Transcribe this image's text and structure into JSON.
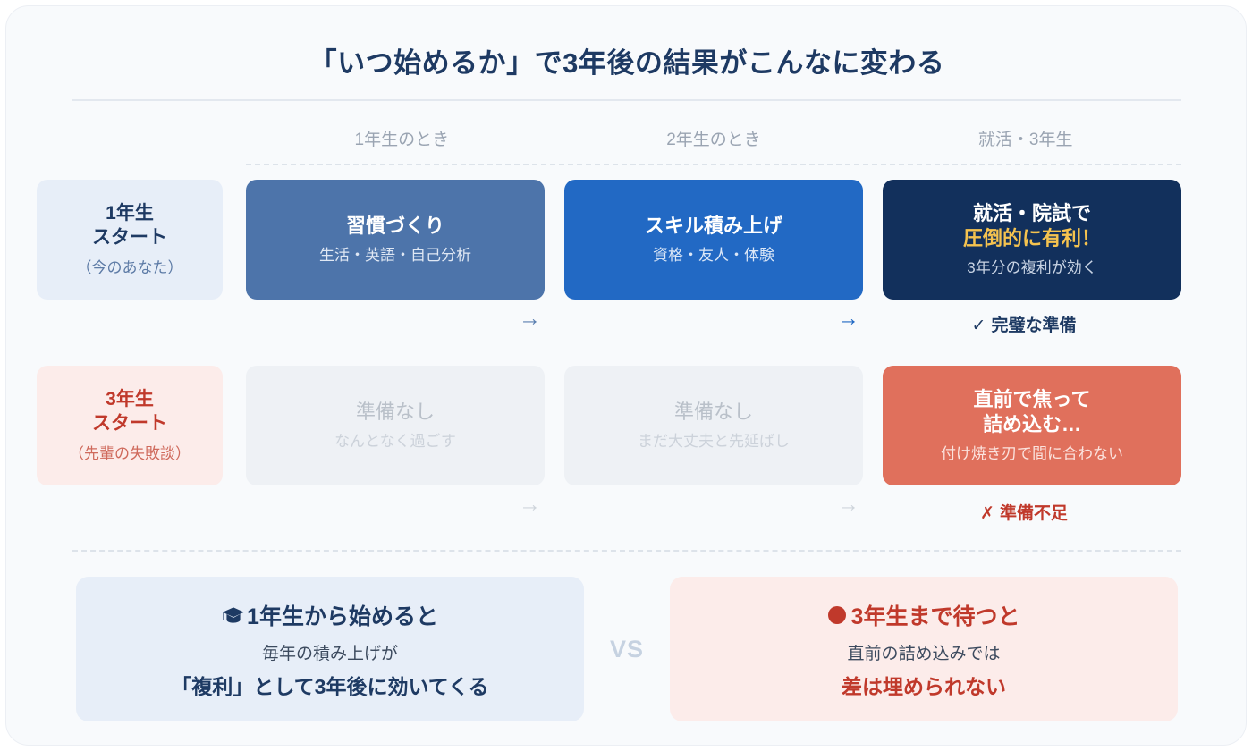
{
  "header": {
    "title": "「いつ始めるか」で3年後の結果がこんなに変わる"
  },
  "columns": [
    {
      "label": "1年生のとき"
    },
    {
      "label": "2年生のとき"
    },
    {
      "label": "就活・3年生"
    }
  ],
  "rows": [
    {
      "id": "start-year-1",
      "side_title": "1年生\nスタート",
      "side_title_line1": "1年生",
      "side_title_line2": "スタート",
      "side_sub": "（今のあなた）",
      "cards": [
        {
          "title": "習慣づくり",
          "sub": "生活・英語・自己分析"
        },
        {
          "title": "スキル積み上げ",
          "sub": "資格・友人・体験"
        },
        {
          "title_line1": "就活・院試で",
          "title_highlight": "圧倒的に有利！",
          "sub": "3年分の複利が効く"
        }
      ],
      "arrow": "→",
      "result_mark": "✓",
      "result_label": "完璧な準備"
    },
    {
      "id": "start-year-3",
      "side_title_line1": "3年生",
      "side_title_line2": "スタート",
      "side_sub": "（先輩の失敗談）",
      "cards": [
        {
          "title": "準備なし",
          "sub": "なんとなく過ごす"
        },
        {
          "title": "準備なし",
          "sub": "まだ大丈夫と先延ばし"
        },
        {
          "title_line1": "直前で焦って",
          "title_line2": "詰め込む…",
          "sub": "付け焼き刃で間に合わない"
        }
      ],
      "arrow": "→",
      "result_mark": "✗",
      "result_label": "準備不足"
    }
  ],
  "summary": {
    "good": {
      "icon": "graduation-cap-icon",
      "head": "1年生から始めると",
      "line1": "毎年の積み上げが",
      "line2": "「複利」として3年後に効いてくる"
    },
    "versus": "VS",
    "bad": {
      "icon": "red-circle-icon",
      "head": "3年生まで待つと",
      "line1": "直前の詰め込みでは",
      "line2": "差は埋められない"
    }
  },
  "colors": {
    "background": "#f8fafc",
    "navy": "#1e3a63",
    "navy_deep": "#12305c",
    "blue_muted": "#4d74aa",
    "blue_bright": "#2269c4",
    "gold": "#f5c34f",
    "red": "#c0392b",
    "coral": "#e0705c",
    "grey_card": "#eef1f5"
  }
}
